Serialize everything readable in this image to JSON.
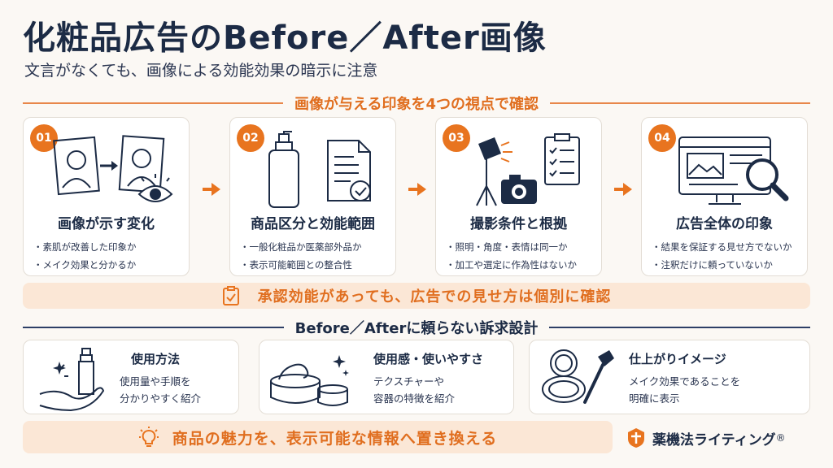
{
  "header": {
    "title": "化粧品広告のBefore／After画像",
    "subtitle": "文言がなくても、画像による効能効果の暗示に注意"
  },
  "section1": {
    "heading": "画像が与える印象を4つの視点で確認"
  },
  "cards": [
    {
      "number": "01",
      "title": "画像が示す変化",
      "points": [
        "素肌が改善した印象か",
        "メイク効果と分かるか"
      ]
    },
    {
      "number": "02",
      "title": "商品区分と効能範囲",
      "points": [
        "一般化粧品か医薬部外品か",
        "表示可能範囲との整合性"
      ]
    },
    {
      "number": "03",
      "title": "撮影条件と根拠",
      "points": [
        "照明・角度・表情は同一か",
        "加工や選定に作為性はないか"
      ]
    },
    {
      "number": "04",
      "title": "広告全体の印象",
      "points": [
        "結果を保証する見せ方でないか",
        "注釈だけに頼っていないか"
      ]
    }
  ],
  "banner1": {
    "text": "承認効能があっても、広告での見せ方は個別に確認"
  },
  "section2": {
    "heading": "Before／Afterに頼らない訴求設計"
  },
  "appeals": [
    {
      "title": "使用方法",
      "desc1": "使用量や手順を",
      "desc2": "分かりやすく紹介"
    },
    {
      "title": "使用感・使いやすさ",
      "desc1": "テクスチャーや",
      "desc2": "容器の特徴を紹介"
    },
    {
      "title": "仕上がりイメージ",
      "desc1": "メイク効果であることを",
      "desc2": "明確に表示"
    }
  ],
  "banner2": {
    "text": "商品の魅力を、表示可能な情報へ置き換える"
  },
  "brand": {
    "name": "薬機法ライティング",
    "mark": "®"
  },
  "colors": {
    "accent": "#e8741f",
    "navy": "#1c2b45",
    "banner": "#fbe7d6",
    "background": "#fbf8f4"
  }
}
